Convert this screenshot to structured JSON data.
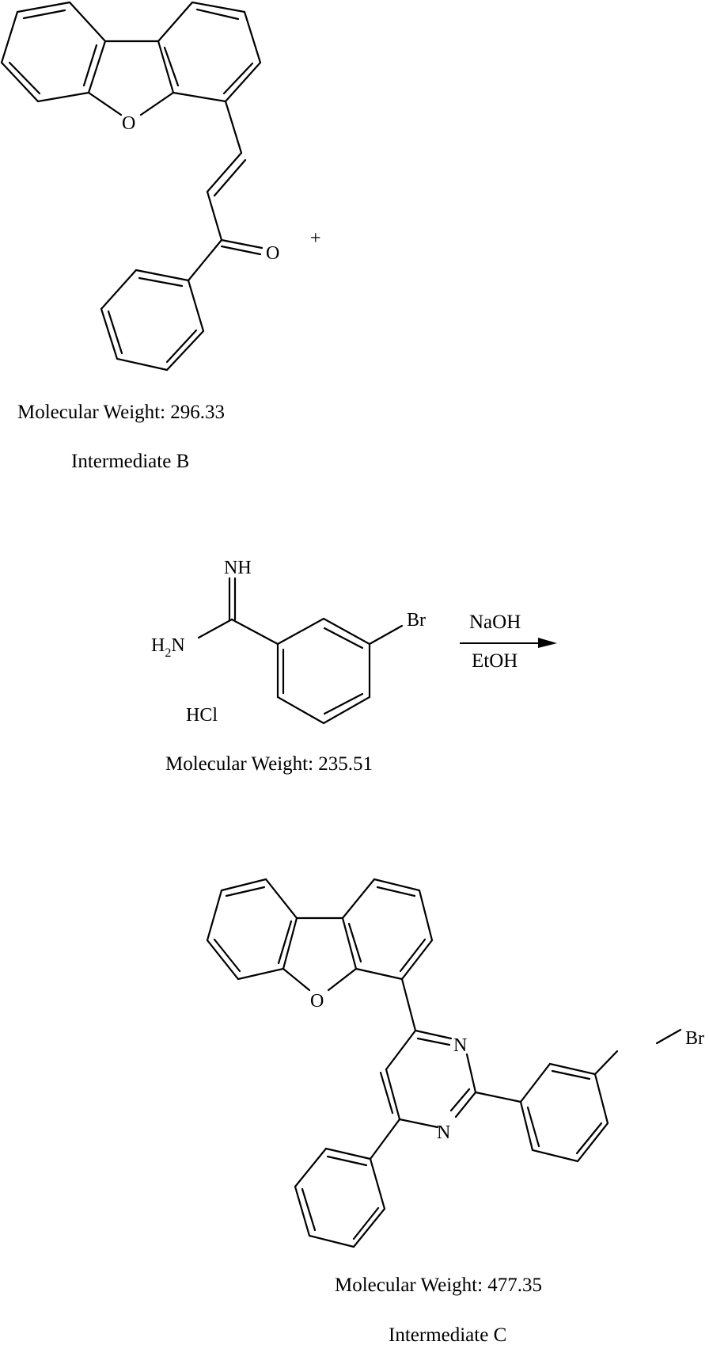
{
  "reactant_1": {
    "name": "Intermediate B",
    "molecular_weight_label": "Molecular Weight: 296.33",
    "atom_labels": {
      "furan_oxygen": "O",
      "carbonyl_oxygen": "O"
    }
  },
  "plus_sign": "+",
  "reactant_2": {
    "molecular_weight_label": "Molecular Weight: 235.51",
    "atom_labels": {
      "imine": "NH",
      "amine_h": "H",
      "amine_sub": "2",
      "amine_n": "N",
      "bromine": "Br",
      "salt": "HCl"
    }
  },
  "conditions": {
    "above_arrow": "NaOH",
    "below_arrow": "EtOH"
  },
  "product": {
    "name": "Intermediate C",
    "molecular_weight_label": "Molecular Weight: 477.35",
    "atom_labels": {
      "furan_oxygen": "O",
      "pyrimidine_n1": "N",
      "pyrimidine_n3": "N",
      "bromine": "Br"
    }
  },
  "colors": {
    "ink": "#000000",
    "background": "#ffffff"
  }
}
